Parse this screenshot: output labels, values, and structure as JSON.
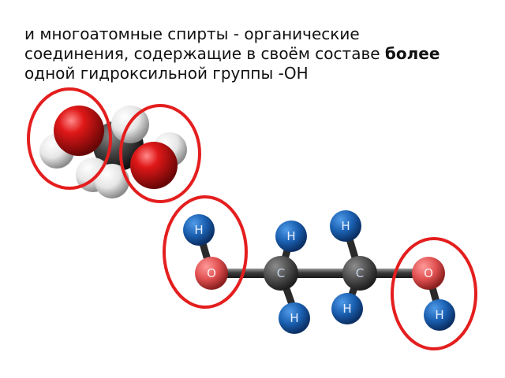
{
  "caption": {
    "line1": "и многоатомные спирты - органические",
    "line2_start": "соединения, содержащие в своём составе ",
    "line2_bold": "более",
    "line3": "одной гидроксильной группы -ОН"
  },
  "structural_formula": {
    "atoms": [
      {
        "id": "h1",
        "label": "H"
      },
      {
        "id": "o1",
        "label": "O"
      },
      {
        "id": "c1",
        "label": "C"
      },
      {
        "id": "h2",
        "label": "H"
      },
      {
        "id": "h3",
        "label": "H"
      },
      {
        "id": "c2",
        "label": "C"
      },
      {
        "id": "h4",
        "label": "H"
      },
      {
        "id": "h5",
        "label": "H"
      },
      {
        "id": "o2",
        "label": "O"
      },
      {
        "id": "h6",
        "label": "H"
      }
    ]
  },
  "colors": {
    "highlight_ring": "#e41e1e",
    "hydrogen": "#1a5fb0",
    "oxygen": "#e05050",
    "carbon": "#555555",
    "space_fill_oxygen": "#d61818",
    "space_fill_hydrogen": "#f2f2f2",
    "space_fill_carbon": "#4a4a4a"
  }
}
